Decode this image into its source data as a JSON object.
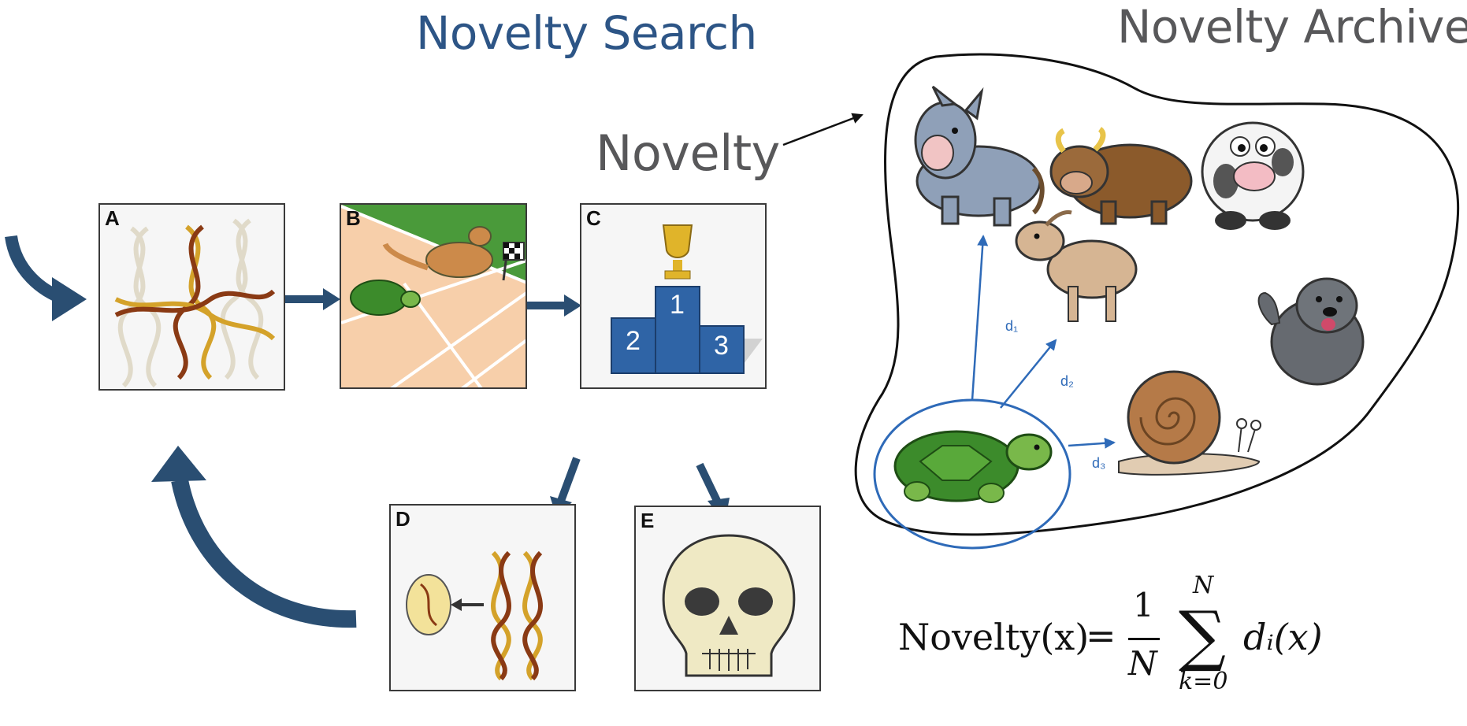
{
  "titles": {
    "search": "Novelty Search",
    "archive": "Novelty Archive",
    "novelty": "Novelty"
  },
  "panels": {
    "a": "A",
    "b": "B",
    "c": "C",
    "d": "D",
    "e": "E"
  },
  "podium": {
    "first": "1",
    "second": "2",
    "third": "3"
  },
  "distances": {
    "d1": "d₁",
    "d2": "d₂",
    "d3": "d₃"
  },
  "formula": {
    "word": "Novelty(x)",
    "equals": "=",
    "frac_num": "1",
    "frac_den": "N",
    "sum_symbol": "∑",
    "upper": "N",
    "lower": "k=0",
    "term": "dᵢ(x)"
  },
  "colors": {
    "search_title": "#2d5586",
    "archive_title": "#58585a",
    "arrow_blue": "#2a4e72",
    "link_blue": "#2e6ab8"
  }
}
